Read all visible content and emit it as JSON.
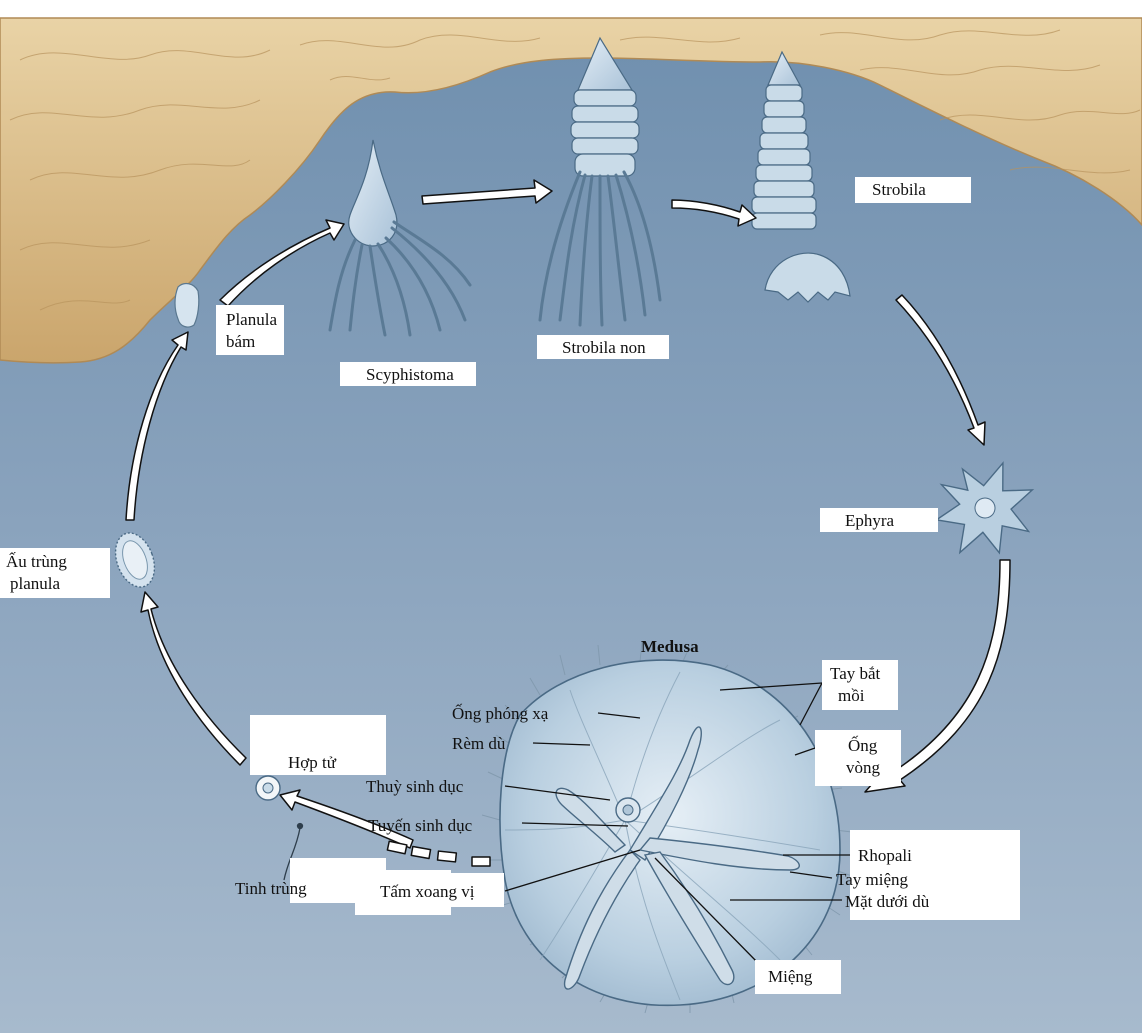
{
  "title": "Medusa",
  "stages": {
    "planula_attached_line1": "Planula",
    "planula_attached_line2": "bám",
    "scyphistoma": "Scyphistoma",
    "strobila_young": "Strobila non",
    "strobila": "Strobila",
    "ephyra": "Ephyra",
    "planula_larva_line1": "Ấu trùng",
    "planula_larva_line2": "planula",
    "zygote": "Hợp tử",
    "sperm": "Tinh trùng"
  },
  "parts": {
    "radial_canal": "Ống phóng xạ",
    "velarium": "Rèm dù",
    "gastric_pouch": "Thuỳ sinh dục",
    "gonad": "Tuyến sinh dục",
    "gastric_filaments": "Tấm xoang vị",
    "tentacles_line1": "Tay bắt",
    "tentacles_line2": "mồi",
    "ring_canal_line1": "Ống",
    "ring_canal_line2": "vòng",
    "rhopalia": "Rhopali",
    "oral_arms": "Tay miệng",
    "subumbrella": "Mặt dưới dù",
    "mouth": "Miệng"
  },
  "colors": {
    "water": "#8aa3bd",
    "rock": "#d8b987",
    "organism": "#c9dbe8",
    "arrow_fill": "#ffffff",
    "arrow_stroke": "#111111"
  }
}
